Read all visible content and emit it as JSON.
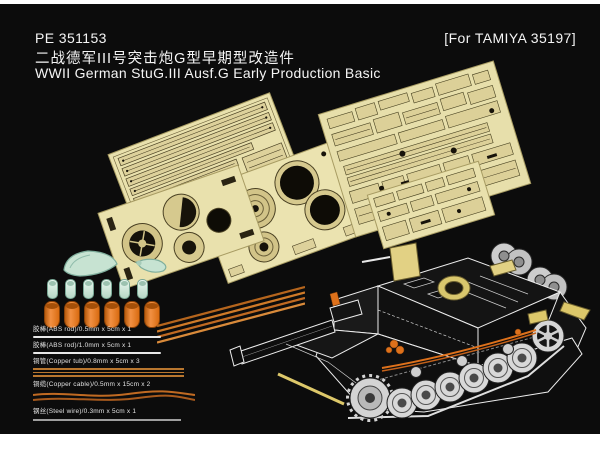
{
  "header": {
    "product_code": "PE 351153",
    "for_kit": "[For TAMIYA 35197]",
    "title_cn": "二战德军III号突击炮G型早期型改造件",
    "title_en": "WWII German StuG.III Ausf.G Early Production Basic"
  },
  "materials": [
    {
      "label": "胶棒(ABS rod)/0.5mm x 5cm x 1",
      "type": "abs-rod"
    },
    {
      "label": "胶棒(ABS rod)/1.0mm x 5cm x 1",
      "type": "abs-rod"
    },
    {
      "label": "铜管(Copper tub)/0.8mm x 5cm x 3",
      "type": "copper-tube"
    },
    {
      "label": "铜缆(Copper cable)/0.5mm x 15cm x 2",
      "type": "copper-cable"
    },
    {
      "label": "钢丝(Steel wire)/0.3mm x 5cm x 1",
      "type": "steel-wire"
    }
  ],
  "parts": {
    "pe_frets_count": 5,
    "mint_cylinders_qty": 6,
    "orange_cylinders_qty": 6,
    "copper_display_lines_qty": 4,
    "spare_wheels_qty": 4,
    "road_wheels_qty": 6
  },
  "colors": {
    "background": "#0c0c0c",
    "brass_fret": "#e9e1ad",
    "brass_detail": "#d6c98e",
    "mint_resin": "#cfe8d9",
    "orange_resin": "#e4761a",
    "copper_wire": "#c06a22",
    "steel_wire": "#9f9f9f",
    "accent_yellow": "#ddc86a",
    "accent_orange": "#de711b",
    "line_art": "#ededed",
    "text": "#f5f5f5"
  }
}
